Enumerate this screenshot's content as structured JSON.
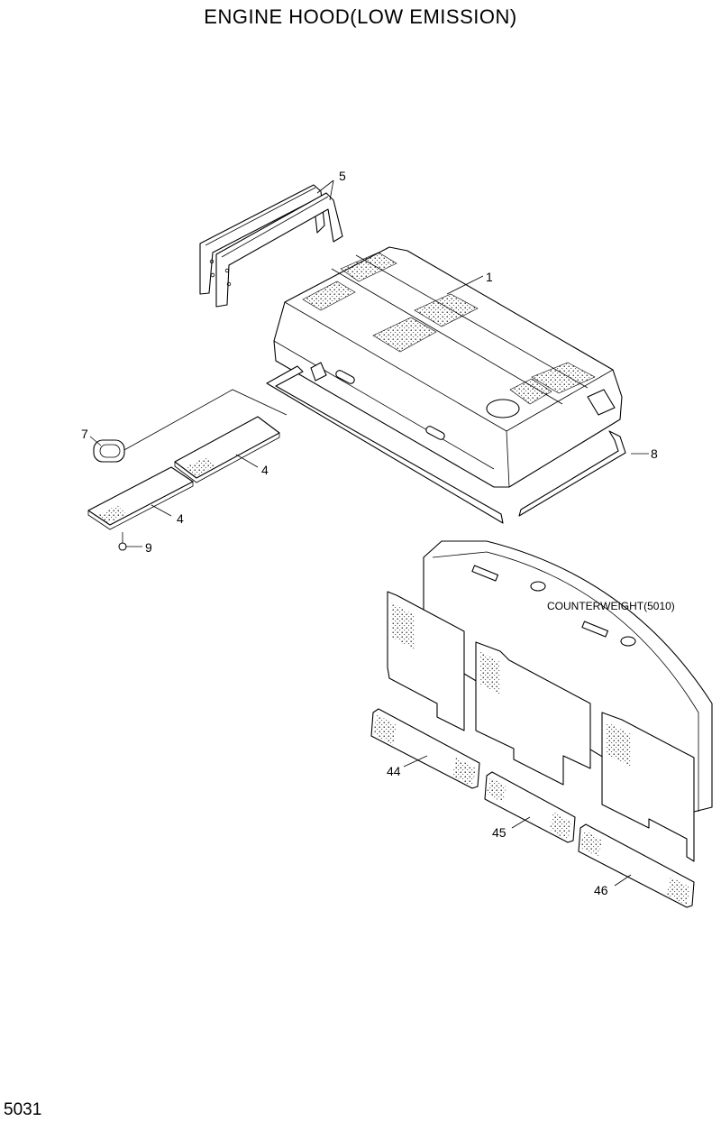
{
  "page": {
    "title": "ENGINE HOOD(LOW EMISSION)",
    "page_number": "5031"
  },
  "parts": [
    {
      "callout": "1",
      "item": "engine-hood"
    },
    {
      "callout": "4",
      "item": "insulation-pad-a"
    },
    {
      "callout": "4",
      "item": "insulation-pad-b"
    },
    {
      "callout": "5",
      "item": "hood-support-brackets"
    },
    {
      "callout": "7",
      "item": "grommet"
    },
    {
      "callout": "8",
      "item": "seal-strip"
    },
    {
      "callout": "9",
      "item": "fastener"
    },
    {
      "callout": "44",
      "item": "counterweight-pad-left"
    },
    {
      "callout": "45",
      "item": "counterweight-pad-center"
    },
    {
      "callout": "46",
      "item": "counterweight-pad-right"
    }
  ],
  "reference": {
    "counterweight_label": "COUNTERWEIGHT(5010)"
  }
}
